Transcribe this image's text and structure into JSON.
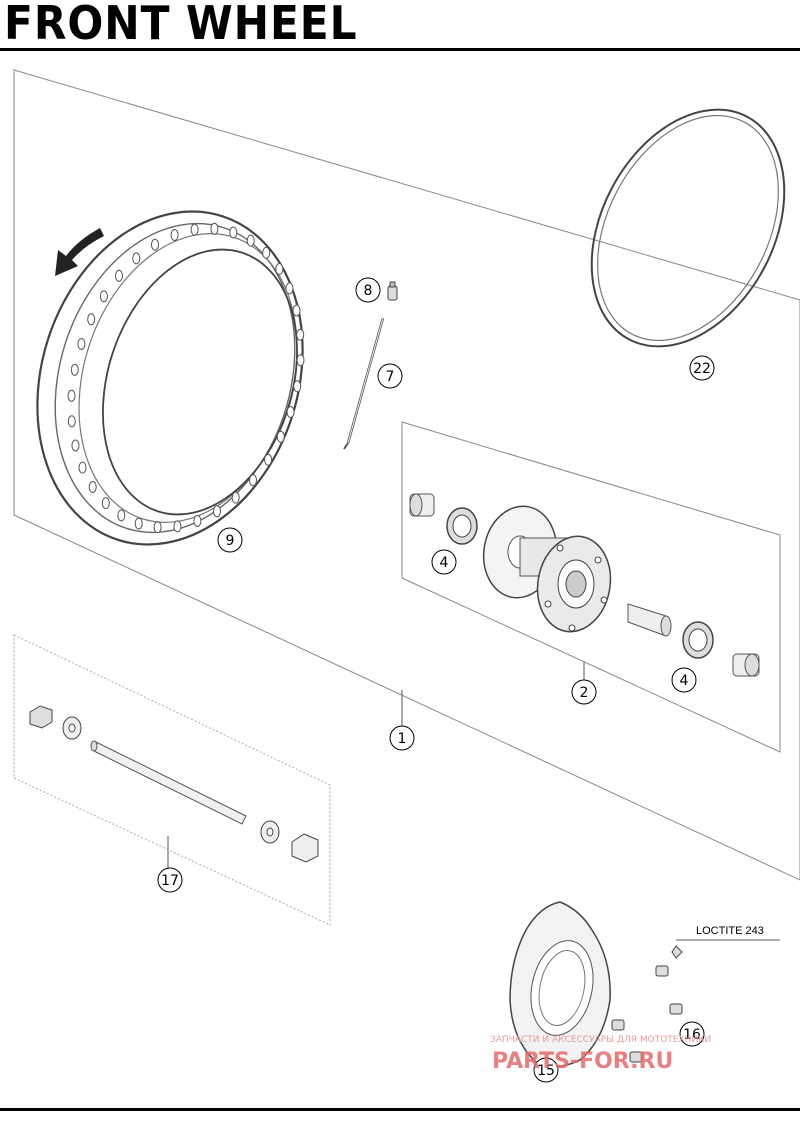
{
  "title": "FRONT WHEEL",
  "note": "LOCTITE 243",
  "callouts": {
    "c1": "1",
    "c2": "2",
    "c4a": "4",
    "c4b": "4",
    "c7": "7",
    "c8": "8",
    "c9": "9",
    "c15": "15",
    "c16": "16",
    "c17": "17",
    "c22": "22"
  },
  "watermark": {
    "line1": "ЗАПЧАСТИ И АКСЕССУАРЫ ДЛЯ МОТОТЕХНИКИ",
    "logo": "PARTS-FOR.RU"
  },
  "colors": {
    "ink": "#000000",
    "part": "#555555",
    "watermark": "#e36c6c"
  }
}
